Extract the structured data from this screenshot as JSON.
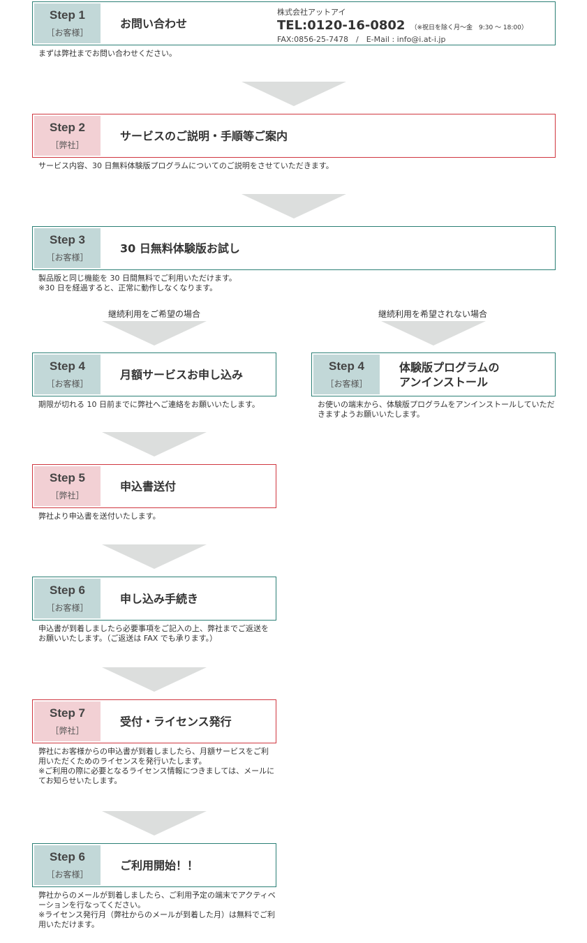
{
  "contact": {
    "company": "株式会社アットアイ",
    "tel": "TEL:0120-16-0802",
    "hours": "（※祝日を除く月～金　9:30 ～ 18:00）",
    "fax_email": "FAX:0856-25-7478　/　E-Mail : info@i.at-i.jp"
  },
  "branches": {
    "continue": "継続利用をご希望の場合",
    "stop": "継続利用を希望されない場合"
  },
  "steps": [
    {
      "step": "Step 1",
      "who": "［お客様］",
      "title": "お問い合わせ",
      "desc": "まずは弊社までお問い合わせください。"
    },
    {
      "step": "Step 2",
      "who": "［弊社］",
      "title": "サービスのご説明・手順等ご案内",
      "desc": "サービス内容、30 日無料体験版プログラムについてのご説明をさせていただきます。"
    },
    {
      "step": "Step 3",
      "who": "［お客様］",
      "title": "30 日無料体験版お試し",
      "desc": "製品版と同じ機能を 30 日間無料でご利用いただけます。\n※30 日を経過すると、正常に動作しなくなります。"
    },
    {
      "step": "Step 4",
      "who": "［お客様］",
      "title": "月額サービスお申し込み",
      "desc": "期限が切れる 10 日前までに弊社へご連絡をお願いいたします。"
    },
    {
      "step": "Step 4",
      "who": "［お客様］",
      "title": "体験版プログラムの\nアンインストール",
      "desc": "お使いの端末から、体験版プログラムをアンインストールしていただきますようお願いいたします。"
    },
    {
      "step": "Step 5",
      "who": "［弊社］",
      "title": "申込書送付",
      "desc": "弊社より申込書を送付いたします。"
    },
    {
      "step": "Step 6",
      "who": "［お客様］",
      "title": "申し込み手続き",
      "desc": "申込書が到着しましたら必要事項をご記入の上、弊社までご返送をお願いいたします。（ご返送は FAX でも承ります。）"
    },
    {
      "step": "Step 7",
      "who": "［弊社］",
      "title": "受付・ライセンス発行",
      "desc": "弊社にお客様からの申込書が到着しましたら、月額サービスをご利用いただくためのライセンスを発行いたします。\n※ご利用の際に必要となるライセンス情報につきましては、メールにてお知らせいたします。"
    },
    {
      "step": "Step 6",
      "who": "［お客様］",
      "title": "ご利用開始！！",
      "desc": "弊社からのメールが到着しましたら、ご利用予定の端末でアクティベーションを行なってください。\n※ライセンス発行月（弊社からのメールが到着した月）は無料でご利用いただけます。"
    }
  ]
}
